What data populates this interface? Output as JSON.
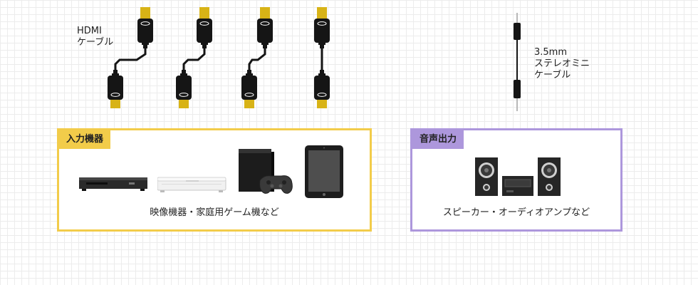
{
  "cables": {
    "hdmi": {
      "label_line1": "HDMI",
      "label_line2": "ケーブル",
      "count": 4,
      "plug_color": "#d8b316"
    },
    "mini": {
      "label_line1": "3.5mm",
      "label_line2": "ステレオミニ",
      "label_line3": "ケーブル"
    }
  },
  "input_panel": {
    "title": "入力機器",
    "caption": "映像機器・家庭用ゲーム機など",
    "accent": "#f2cc4a",
    "devices": [
      "disc-player-icon",
      "set-top-box-icon",
      "game-console-icon",
      "tablet-icon"
    ]
  },
  "output_panel": {
    "title": "音声出力",
    "caption": "スピーカー・オーディオアンプなど",
    "accent": "#ad97dc",
    "devices": [
      "audio-system-icon"
    ]
  }
}
